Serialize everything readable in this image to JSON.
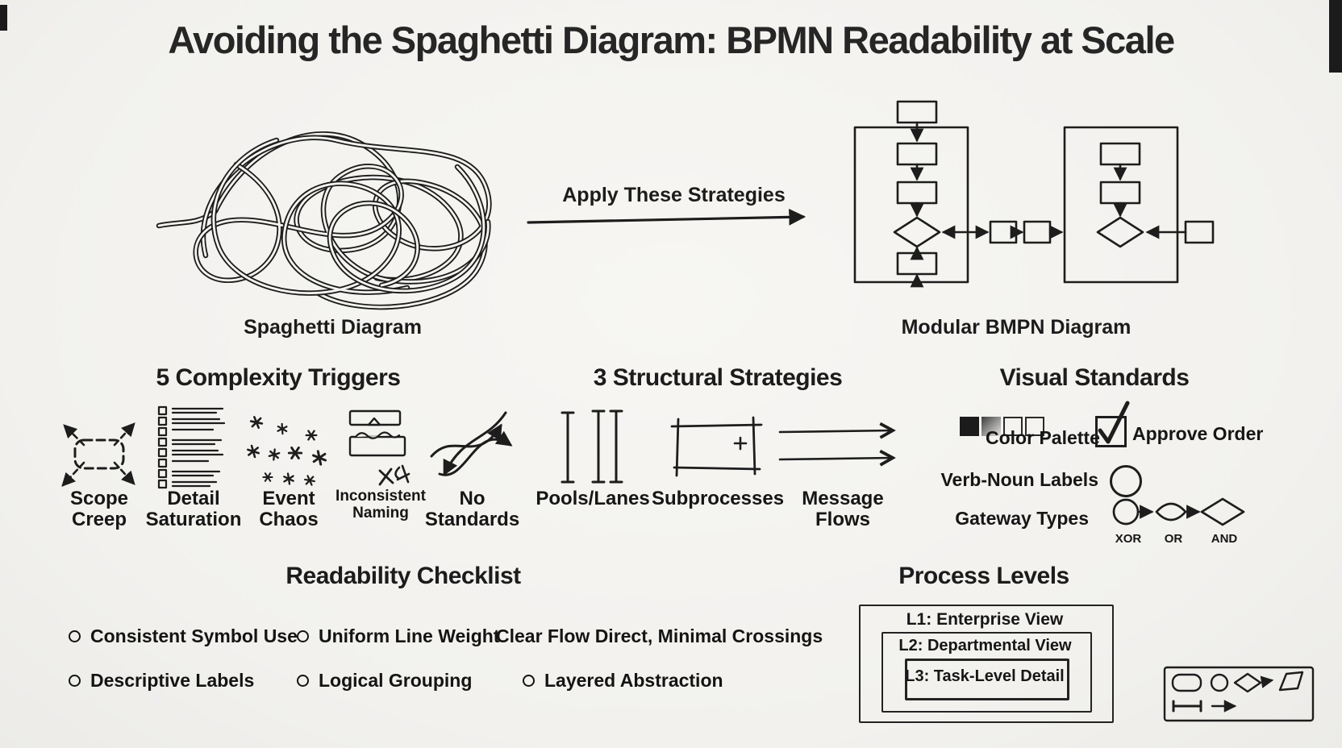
{
  "title": "Avoiding the Spaghetti Diagram: BPMN Readability at Scale",
  "transformation": {
    "before_label": "Spaghetti Diagram",
    "arrow_label": "Apply These Strategies",
    "after_label": "Modular BMPN Diagram"
  },
  "complexity_triggers": {
    "heading": "5 Complexity Triggers",
    "items": [
      {
        "label": "Scope Creep",
        "icon": "scope-creep-icon"
      },
      {
        "label": "Detail Saturation",
        "icon": "detail-saturation-icon"
      },
      {
        "label": "Event Chaos",
        "icon": "event-chaos-icon"
      },
      {
        "label": "Inconsistent Naming",
        "icon": "inconsistent-naming-icon"
      },
      {
        "label": "No Standards",
        "icon": "no-standards-icon"
      }
    ]
  },
  "structural_strategies": {
    "heading": "3 Structural Strategies",
    "items": [
      {
        "label": "Pools/Lanes",
        "icon": "pools-lanes-icon"
      },
      {
        "label": "Subprocesses",
        "icon": "subprocess-icon"
      },
      {
        "label": "Message Flows",
        "icon": "message-flows-icon"
      }
    ]
  },
  "visual_standards": {
    "heading": "Visual Standards",
    "color_palette_label": "Color Palette",
    "approve_order_label": "Approve Order",
    "verb_noun_label": "Verb-Noun Labels",
    "gateway_types_label": "Gateway Types",
    "gateway_type_names": [
      "XOR",
      "OR",
      "AND"
    ]
  },
  "readability_checklist": {
    "heading": "Readability Checklist",
    "row1": [
      "Consistent Symbol Use",
      "Uniform Line Weight",
      "Clear Flow Direct, Minimal Crossings"
    ],
    "row2": [
      "Descriptive Labels",
      "Logical Grouping",
      "Layered Abstraction"
    ]
  },
  "process_levels": {
    "heading": "Process Levels",
    "levels": [
      "L1: Enterprise View",
      "L2: Departmental View",
      "L3: Task-Level Detail"
    ]
  },
  "colors": {
    "ink": "#1d1d1d",
    "paper": "#f5f4f1"
  }
}
